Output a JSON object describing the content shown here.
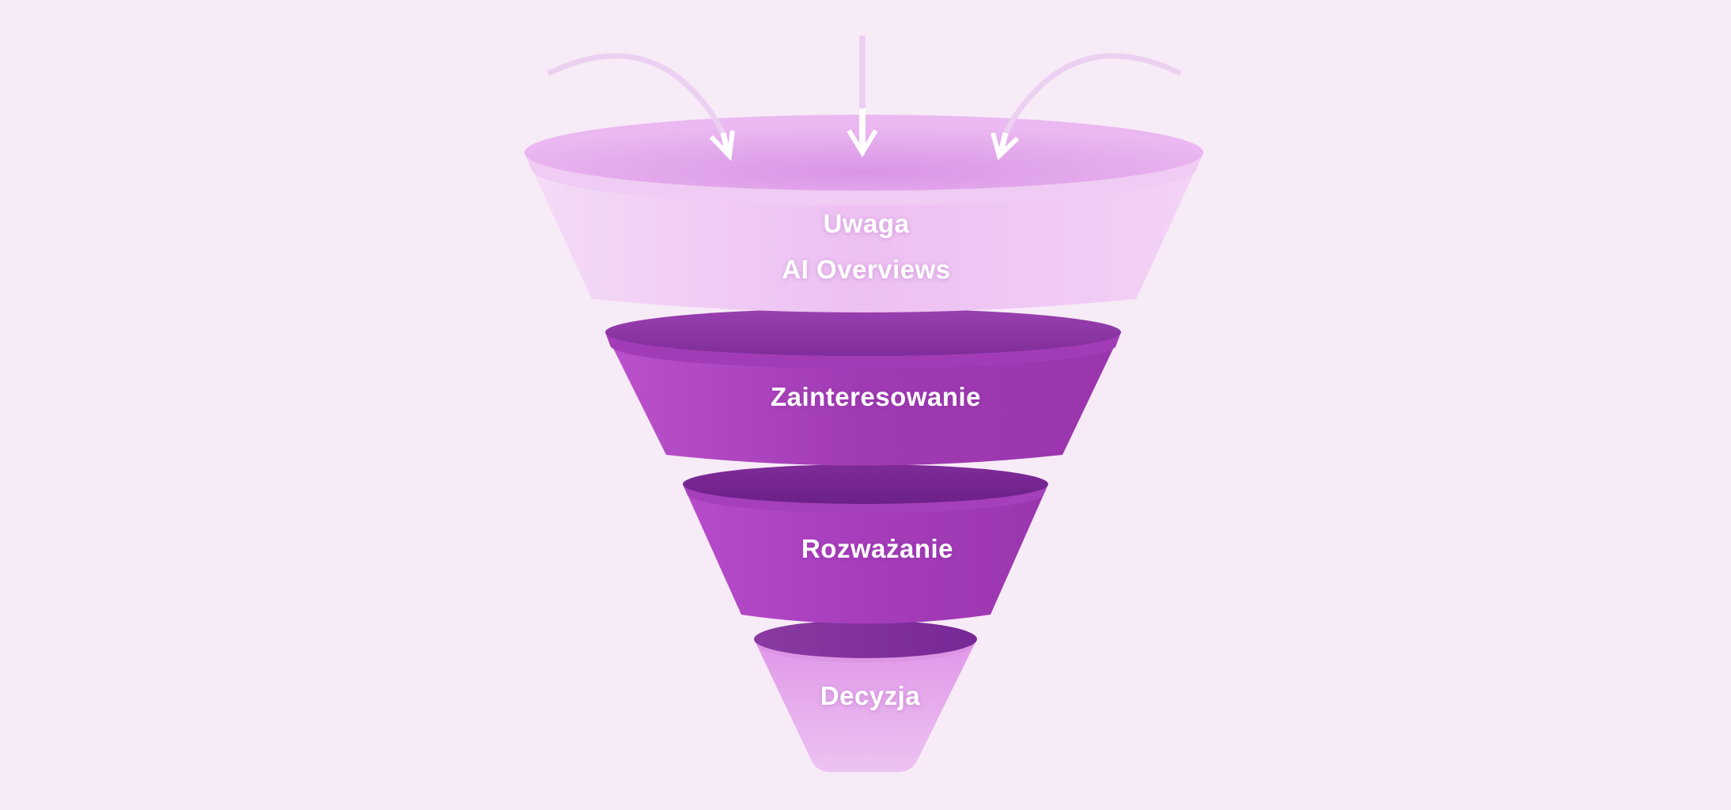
{
  "diagram": {
    "type": "funnel",
    "stages": [
      {
        "label": "Uwaga",
        "sublabel": "AI Overviews",
        "ellipse": "#dfa1e9",
        "band": "#f0c9f3",
        "body": "#eec3f3"
      },
      {
        "label": "Zainteresowanie",
        "ellipse": "#8a35a4",
        "band": "#9c38ae",
        "body": "#a23bb4"
      },
      {
        "label": "Rozważanie",
        "ellipse": "#7a2896",
        "band": "#a33fb9",
        "body": "#a83fbb"
      },
      {
        "label": "Decyzja",
        "ellipse": "#80309a",
        "band": "#df94e6",
        "body": "#e6adec"
      }
    ],
    "inputs": [
      {
        "name": "left-arrow",
        "direction": "curved-down-right"
      },
      {
        "name": "center-arrow",
        "direction": "straight-down"
      },
      {
        "name": "right-arrow",
        "direction": "curved-down-left"
      }
    ],
    "colors": {
      "background": "#f7ebf7",
      "arrow_tail": "#ecd0f1",
      "arrow_head": "#ffffff",
      "text": "#ffffff"
    }
  }
}
